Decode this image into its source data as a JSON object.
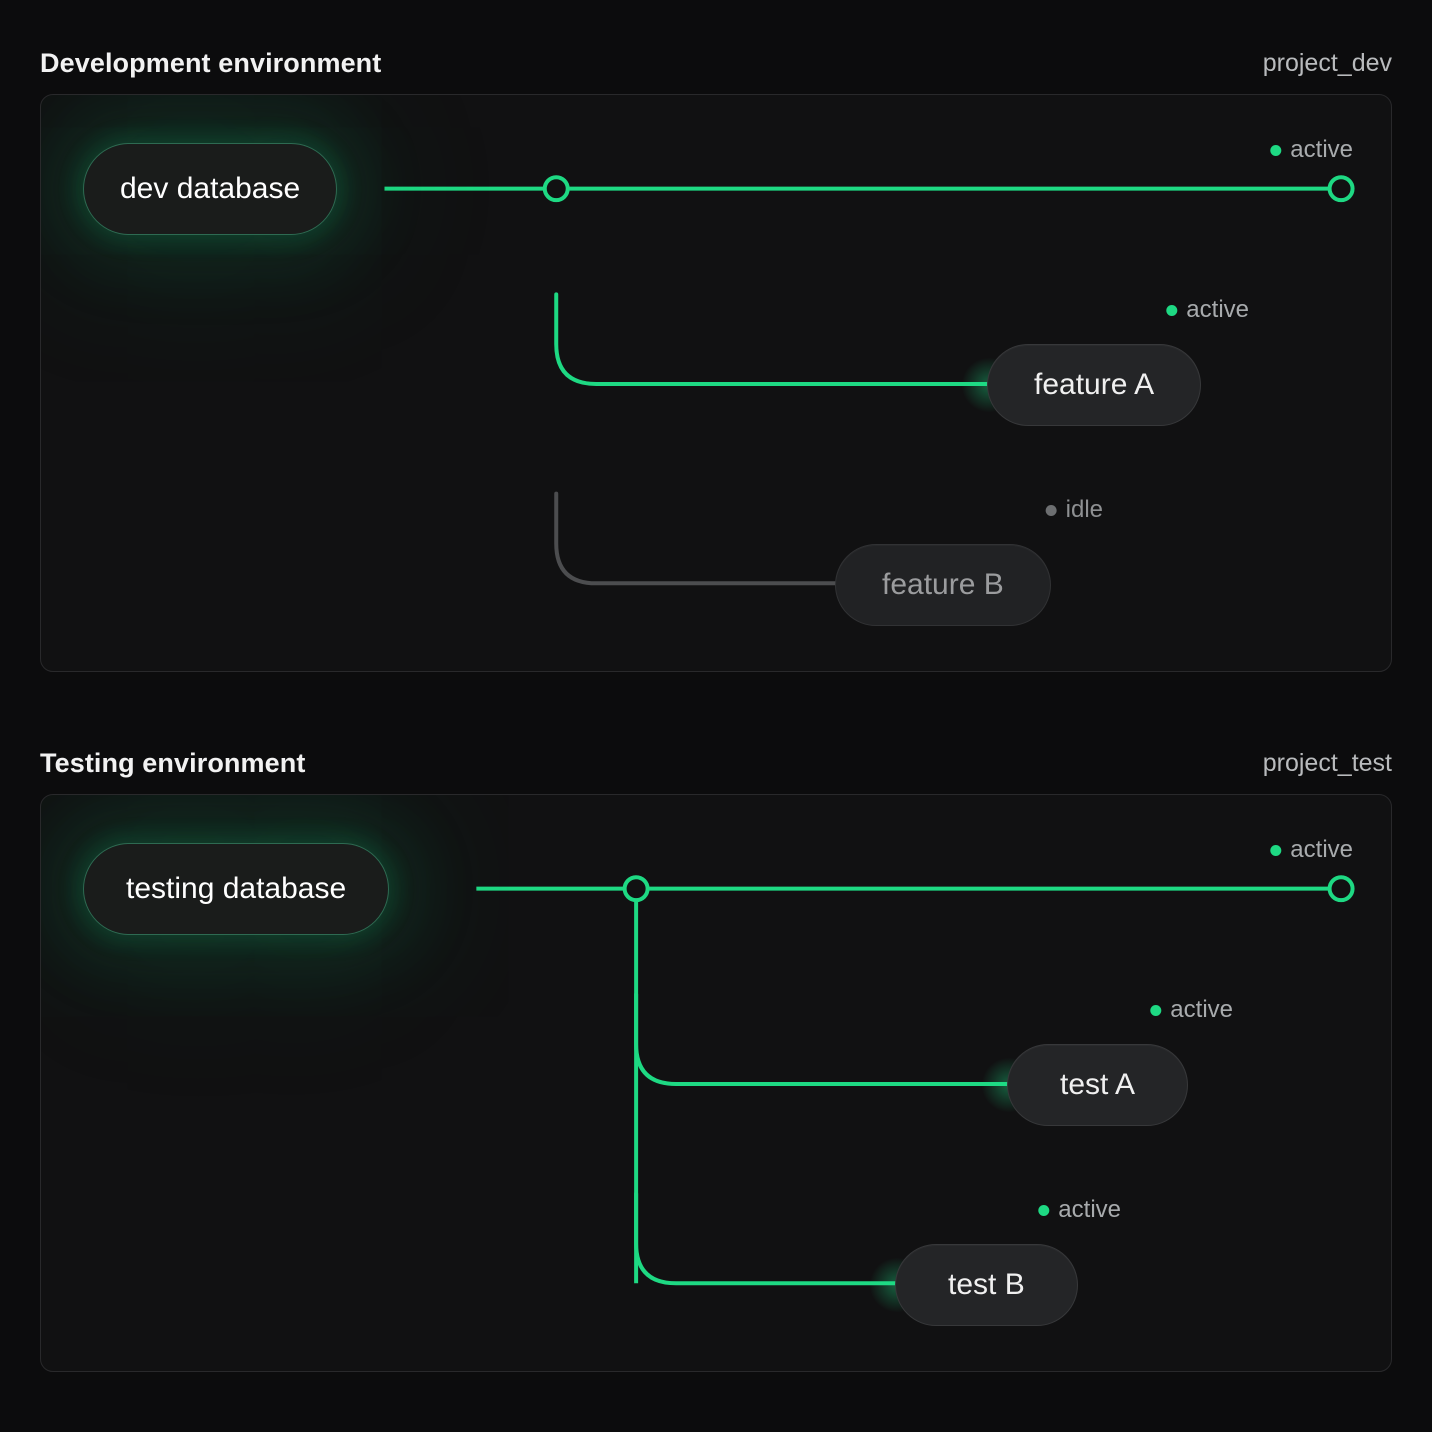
{
  "page": {
    "background": "#0c0c0d",
    "accent_active": "#1ed983",
    "accent_idle": "#6d6f71"
  },
  "sections": [
    {
      "title": "Development environment",
      "project": "project_dev",
      "source": {
        "label": "dev database",
        "status": "active"
      },
      "trunk_endpoint": {
        "status": "active",
        "status_label": "active"
      },
      "leaves": [
        {
          "label": "feature A",
          "status": "active",
          "status_label": "active"
        },
        {
          "label": "feature B",
          "status": "idle",
          "status_label": "idle"
        }
      ]
    },
    {
      "title": "Testing environment",
      "project": "project_test",
      "source": {
        "label": "testing database",
        "status": "active"
      },
      "trunk_endpoint": {
        "status": "active",
        "status_label": "active"
      },
      "leaves": [
        {
          "label": "test A",
          "status": "active",
          "status_label": "active"
        },
        {
          "label": "test B",
          "status": "active",
          "status_label": "active"
        }
      ]
    }
  ]
}
